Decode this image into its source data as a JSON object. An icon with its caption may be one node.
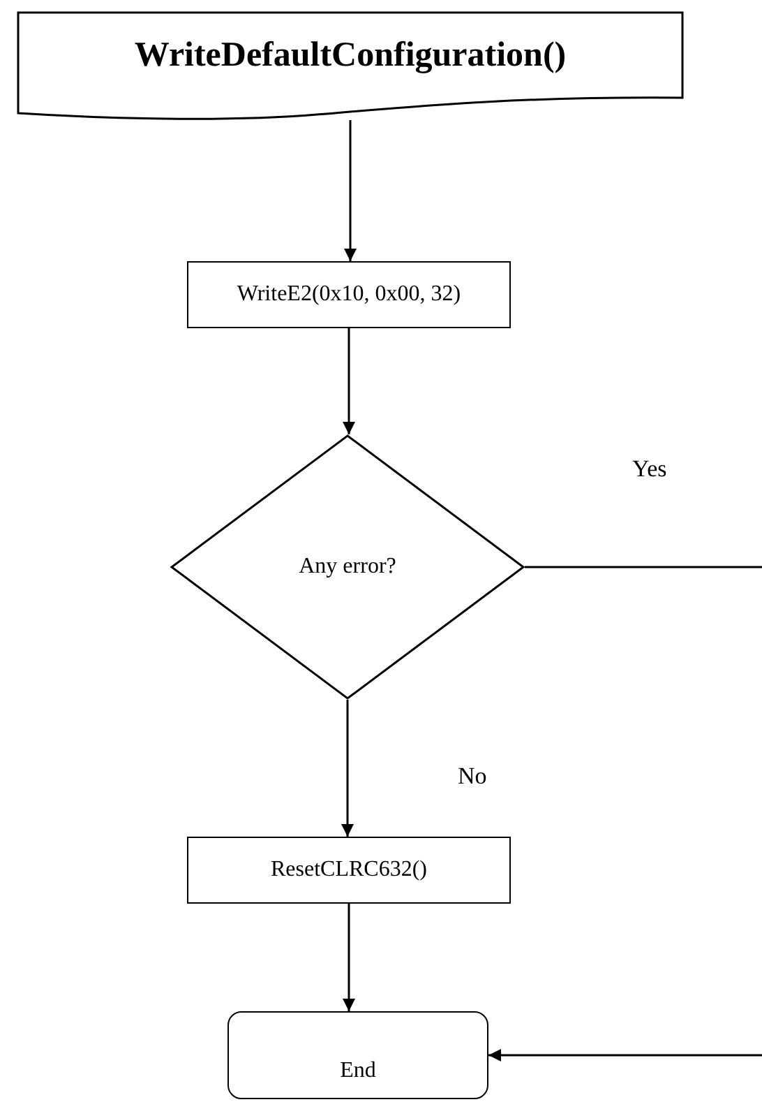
{
  "diagram": {
    "nodes": [
      {
        "text": [
          "WriteDefaultConfiguration()"
        ]
      },
      {
        "text": [
          "WriteE2(0x10, 0x00, 32)"
        ]
      },
      {
        "text": [
          "Any error?"
        ]
      },
      {
        "text": [
          "ResetCLRC632()"
        ]
      },
      {
        "text": [
          "End"
        ]
      }
    ],
    "edges": [
      {
        "from": 0,
        "to": 1,
        "arrow": "to"
      },
      {
        "from": 1,
        "to": 2,
        "arrow": "to"
      },
      {
        "from": 2,
        "to": 3,
        "arrow": "to",
        "label": "No"
      },
      {
        "from": 3,
        "to": 4,
        "arrow": "to"
      },
      {
        "from": 2,
        "to": 4,
        "arrow": "to",
        "label": "Yes"
      }
    ]
  }
}
